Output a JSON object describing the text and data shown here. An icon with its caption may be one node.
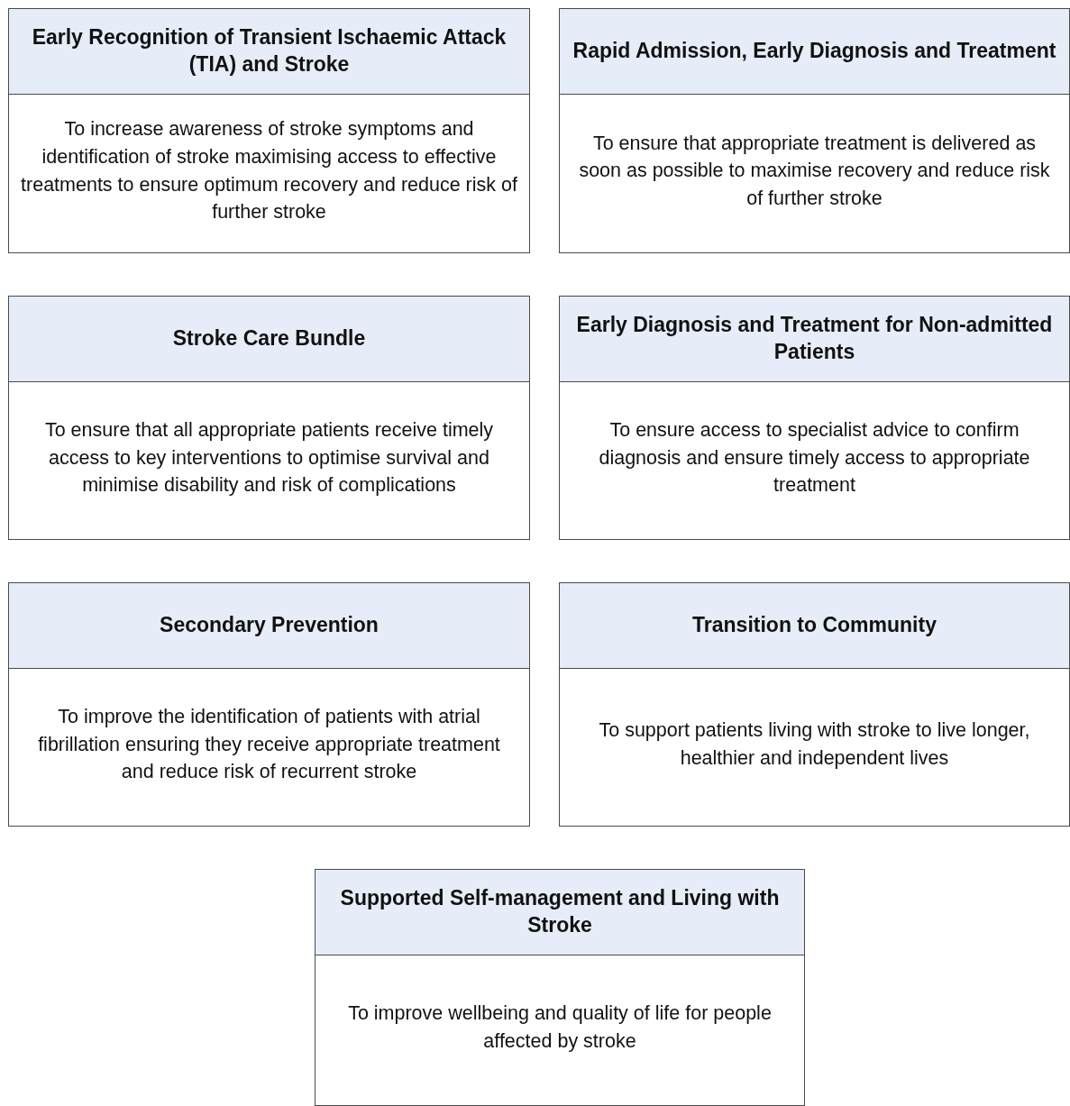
{
  "diagram": {
    "nodes": [
      {
        "text": [
          "Early Recognition of Transient Ischaemic Attack (TIA) and Stroke",
          "To increase awareness of stroke symptoms and identification of stroke maximising access to effective treatments to ensure optimum recovery and reduce risk of further stroke"
        ]
      },
      {
        "text": [
          "Rapid Admission, Early Diagnosis and Treatment",
          "To ensure that appropriate treatment is delivered as soon as possible to maximise recovery and reduce risk of further stroke"
        ]
      },
      {
        "text": [
          "Stroke Care Bundle",
          "To ensure that all appropriate patients receive timely access to key interventions to optimise survival and minimise disability and risk of complications"
        ]
      },
      {
        "text": [
          "Early Diagnosis and Treatment for Non-admitted Patients",
          "To ensure access to specialist advice to confirm diagnosis and ensure timely access to appropriate treatment"
        ]
      },
      {
        "text": [
          "Secondary Prevention",
          "To improve the identification of patients with atrial fibrillation ensuring they receive appropriate treatment and reduce risk of recurrent stroke"
        ]
      },
      {
        "text": [
          "Transition to Community",
          "To support patients living with stroke to live longer, healthier and independent lives"
        ]
      },
      {
        "text": [
          "Supported Self-management and Living with Stroke",
          "To improve wellbeing and quality of life for people affected by stroke"
        ]
      }
    ]
  }
}
